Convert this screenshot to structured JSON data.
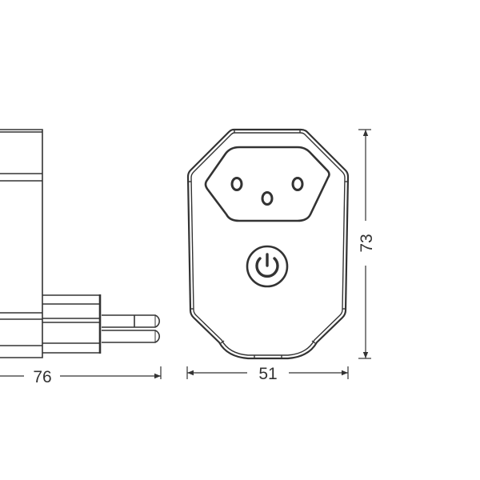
{
  "diagram": {
    "subject": "Smart plug technical drawing",
    "views": [
      {
        "name": "side-view",
        "description": "Side profile with plug pins"
      },
      {
        "name": "front-view",
        "description": "Front face with Type J socket and power button"
      }
    ],
    "dimensions": {
      "depth": "76",
      "width": "51",
      "height": "73"
    },
    "colors": {
      "line": "#333333",
      "background": "#ffffff"
    },
    "icons": [
      "power-icon",
      "socket-type-j"
    ]
  }
}
